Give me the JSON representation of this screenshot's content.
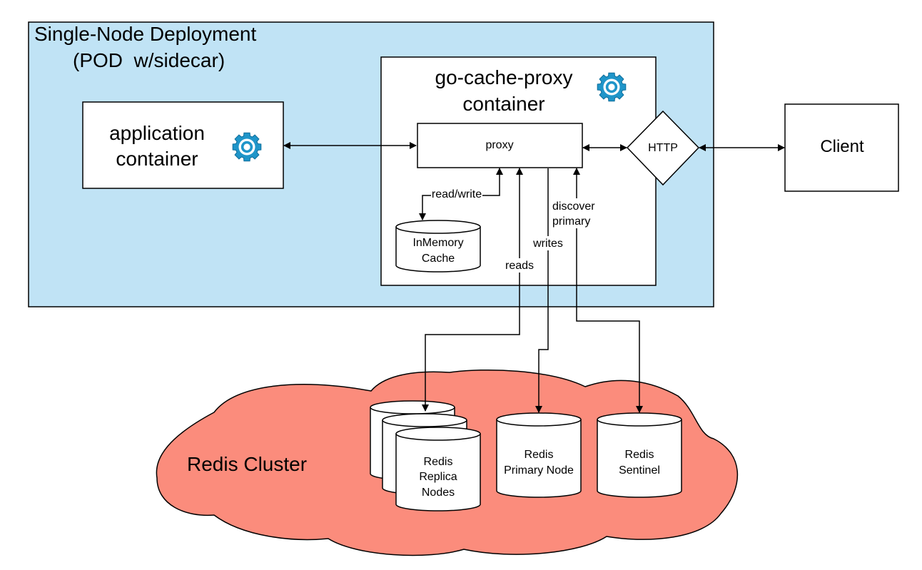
{
  "deployment": {
    "title_line1": "Single-Node Deployment",
    "title_line2": "(POD  w/sidecar)"
  },
  "app_container": {
    "line1": "application",
    "line2": "container",
    "icon": "gear-icon"
  },
  "proxy_container": {
    "line1": "go-cache-proxy",
    "line2": "container",
    "icon": "gear-icon"
  },
  "proxy_box": {
    "label": "proxy"
  },
  "inmemory_cache": {
    "line1": "InMemory",
    "line2": "Cache"
  },
  "http": {
    "label": "HTTP"
  },
  "client": {
    "label": "Client"
  },
  "edges": {
    "read_write": "read/write",
    "reads": "reads",
    "writes": "writes",
    "discover_line1": "discover",
    "discover_line2": "primary"
  },
  "redis_cluster": {
    "label": "Redis Cluster"
  },
  "replica_nodes": {
    "line1": "Redis",
    "line2": "Replica",
    "line3": "Nodes"
  },
  "primary_node": {
    "line1": "Redis",
    "line2": "Primary Node"
  },
  "sentinel": {
    "line1": "Redis",
    "line2": "Sentinel"
  },
  "colors": {
    "pod_fill": "#c0e3f5",
    "cloud_fill": "#fb8c7c",
    "gear_blue": "#1f95c9"
  }
}
